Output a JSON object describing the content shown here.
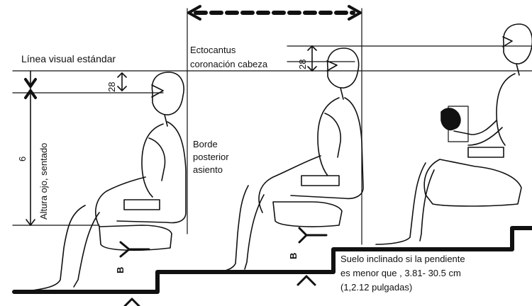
{
  "labels": {
    "linea_visual": "Línea visual estándar",
    "ectocantus_1": "Ectocantus",
    "ectocantus_2": "coronación cabeza",
    "altura_ojo": "Altura ojo, sentado",
    "borde_1": "Borde",
    "borde_2": "posterior",
    "borde_3": "asiento",
    "suelo_1": "Suelo inclinado si la pendiente",
    "suelo_2": "es menor que , 3.81- 30.5 cm",
    "suelo_3": "(1,2.12 pulgadas)"
  },
  "dimensions": {
    "d28_left": "28",
    "d28_mid": "28",
    "d6": "6",
    "b_left": "B",
    "b_mid": "B"
  }
}
